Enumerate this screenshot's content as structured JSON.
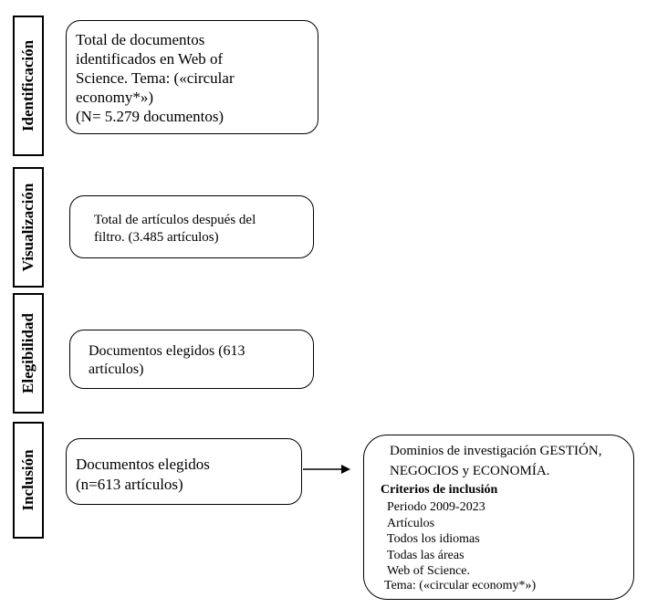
{
  "stages": {
    "identificacion": "Identificación",
    "visualizacion": "Visualización",
    "elegibilidad": "Elegibilidad",
    "inclusion": "Inclusión"
  },
  "boxes": {
    "identificacion": "Total de documentos\nidentificados en Web of\nScience. Tema: («circular\neconomy*»)\n(N= 5.279 documentos)",
    "visualizacion": "Total de artículos después del\nfiltro. (3.485 artículos)",
    "elegibilidad": "Documentos elegidos (613\nartículos)",
    "inclusion": "Documentos elegidos\n(n=613 artículos)"
  },
  "criteria_box": {
    "line1": "Dominios de investigación GESTIÓN,",
    "line2": "NEGOCIOS y ECONOMÍA.",
    "heading": "Criterios de inclusión",
    "items": [
      "Periodo 2009-2023",
      "Artículos",
      "Todos los idiomas",
      "Todas las áreas",
      "Web of Science."
    ],
    "last": "Tema: («circular economy*»)"
  }
}
